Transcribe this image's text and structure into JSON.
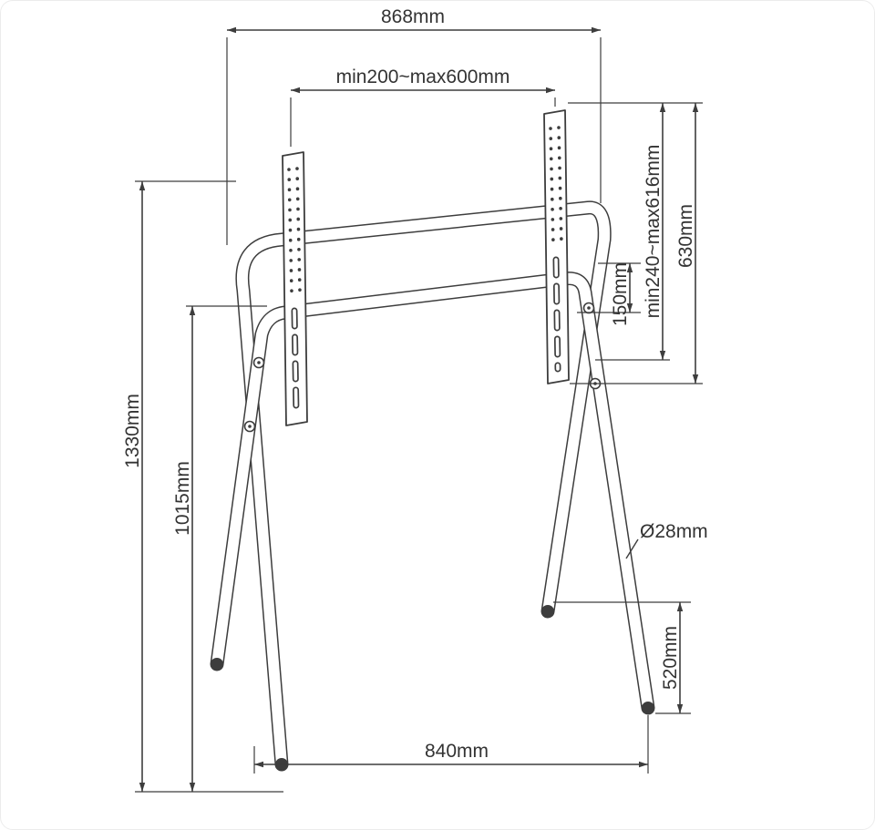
{
  "diagram": {
    "subject": "tv-easel-floor-stand-dimension-drawing",
    "line_color": "#3d3d3d",
    "background": "#ffffff",
    "dims": {
      "overall_width": "868mm",
      "vesa_width_range": "min200~max600mm",
      "vesa_height_range": "min240~max616mm",
      "bracket_height": "630mm",
      "tube_spacing": "150mm",
      "overall_height": "1330mm",
      "lower_height": "1015mm",
      "tube_diameter": "Ø28mm",
      "foot_length": "520mm",
      "base_width": "840mm"
    }
  }
}
